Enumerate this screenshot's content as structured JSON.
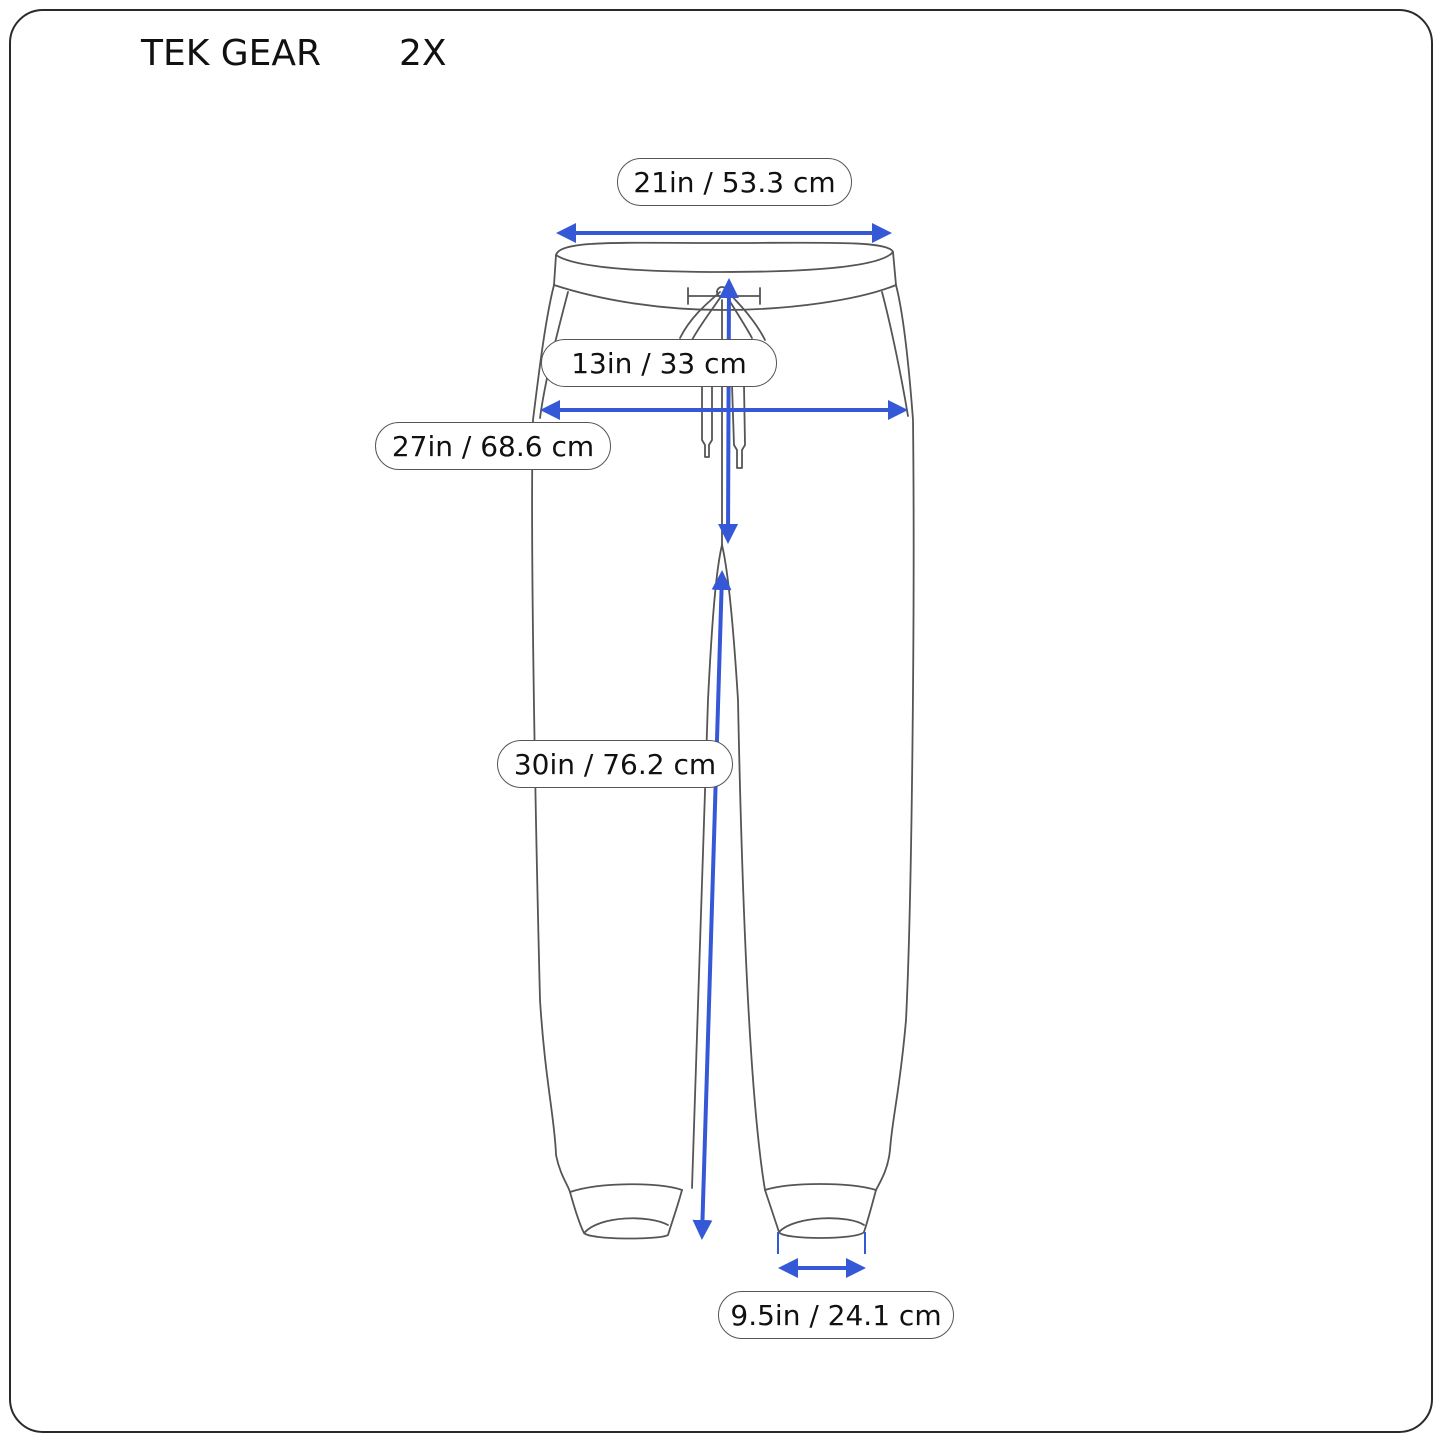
{
  "header": {
    "brand": "TEK GEAR",
    "size": "2X"
  },
  "colors": {
    "measure_line": "#3558D6",
    "outline": "#555555",
    "frame": "#2a2a2a"
  },
  "measurements": {
    "waist": {
      "label": "21in / 53.3 cm",
      "inches": 21,
      "cm": 53.3
    },
    "rise": {
      "label": "13in / 33 cm",
      "inches": 13,
      "cm": 33
    },
    "hip": {
      "label": "27in / 68.6 cm",
      "inches": 27,
      "cm": 68.6
    },
    "inseam": {
      "label": "30in / 76.2 cm",
      "inches": 30,
      "cm": 76.2
    },
    "leg_opening": {
      "label": "9.5in / 24.1 cm",
      "inches": 9.5,
      "cm": 24.1
    }
  }
}
